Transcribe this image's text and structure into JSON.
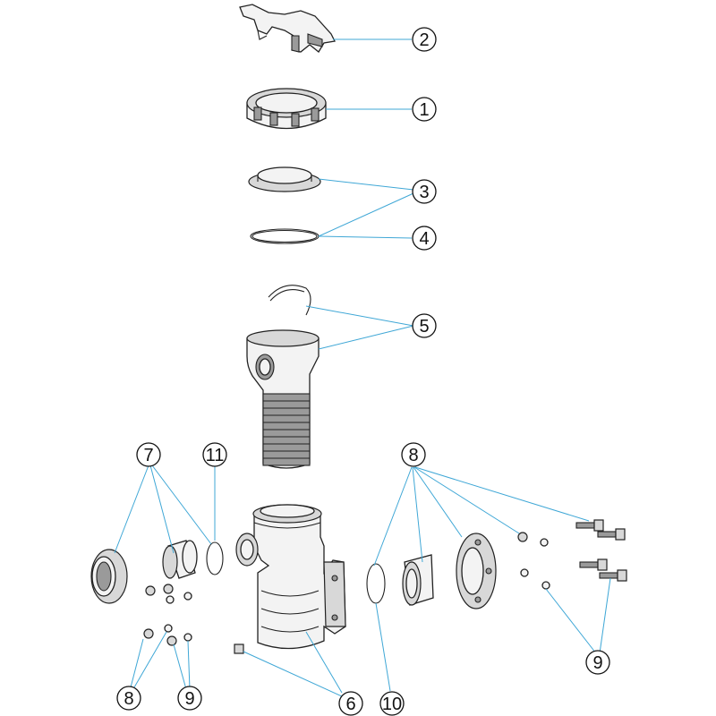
{
  "callouts": {
    "c2": "2",
    "c1": "1",
    "c3": "3",
    "c4": "4",
    "c5": "5",
    "c7": "7",
    "c11": "11",
    "c8_top": "8",
    "c8_bottom": "8",
    "c9_bottom_left": "9",
    "c9_right": "9",
    "c6": "6",
    "c10": "10"
  },
  "colors": {
    "leader_line": "#3fa7d6",
    "outline": "#222222",
    "background": "#ffffff"
  }
}
